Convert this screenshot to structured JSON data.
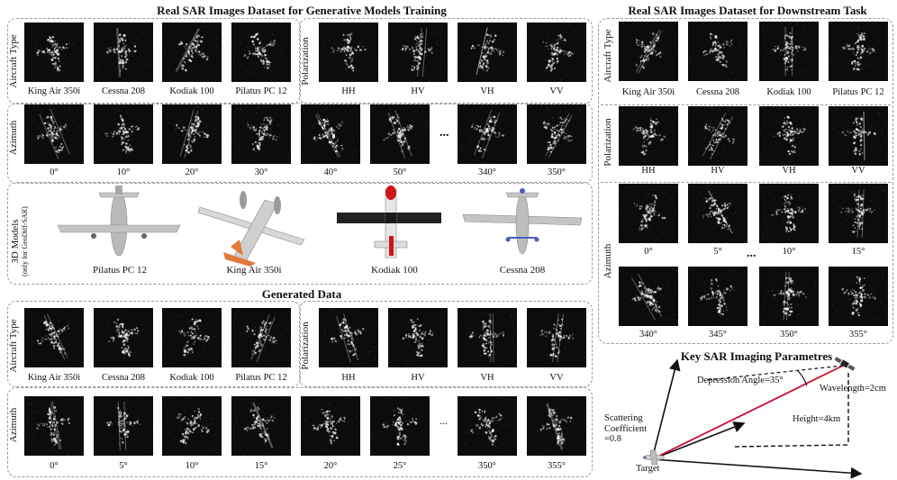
{
  "titles": {
    "training": "Real SAR Images Dataset for Generative Models Training",
    "downstream": "Real SAR Images Dataset for Downstream Task",
    "generated": "Generated Data",
    "key": "Key SAR Imaging Parametres"
  },
  "row_labels": {
    "aircraft_type": "Aircraft Type",
    "polarization": "Polarization",
    "azimuth": "Azimuth",
    "models_line1": "3D Models",
    "models_line2": "(only for GeoDiff-SAR)"
  },
  "training": {
    "aircraft": [
      "King Air 350i",
      "Cessna 208",
      "Kodiak 100",
      "Pilatus PC 12"
    ],
    "polarization": [
      "HH",
      "HV",
      "VH",
      "VV"
    ],
    "azimuth": [
      "0°",
      "10°",
      "20°",
      "30°",
      "40°",
      "50°",
      "340°",
      "350°"
    ],
    "ellipsis": "...",
    "models": [
      "Pilatus PC 12",
      "King Air 350i",
      "Kodiak 100",
      "Cessna 208"
    ]
  },
  "generated": {
    "aircraft": [
      "King Air 350i",
      "Cessna 208",
      "Kodiak 100",
      "Pilatus PC 12"
    ],
    "polarization": [
      "HH",
      "HV",
      "VH",
      "VV"
    ],
    "azimuth": [
      "0°",
      "5°",
      "10°",
      "15°",
      "20°",
      "25°",
      "350°",
      "355°"
    ],
    "ellipsis": "..."
  },
  "downstream": {
    "aircraft": [
      "King Air 350i",
      "Cessna 208",
      "Kodiak 100",
      "Pilatus PC 12"
    ],
    "polarization": [
      "HH",
      "HV",
      "VH",
      "VV"
    ],
    "azimuth_row1": [
      "0°",
      "5°",
      "10°",
      "15°"
    ],
    "azimuth_row2": [
      "340°",
      "345°",
      "350°",
      "355°"
    ],
    "ellipsis": "..."
  },
  "key_params": {
    "depression": "Depression Angle=35°",
    "wavelength": "Wavelength=2cm",
    "height": "Height=4km",
    "scatter1": "Scattering",
    "scatter2": "Coefficient",
    "scatter3": "=0.8",
    "target": "Target"
  },
  "colors": {
    "border": "#9a9a9a",
    "beam": "#c8102e",
    "tile_bg": "#0c0c0c",
    "plane_gray": "#b9b9b9",
    "king_air_tail": "#e07a3a",
    "kodiak_wing": "#222222",
    "kodiak_nose": "#d01515",
    "cessna_accent": "#4a5fbf"
  }
}
